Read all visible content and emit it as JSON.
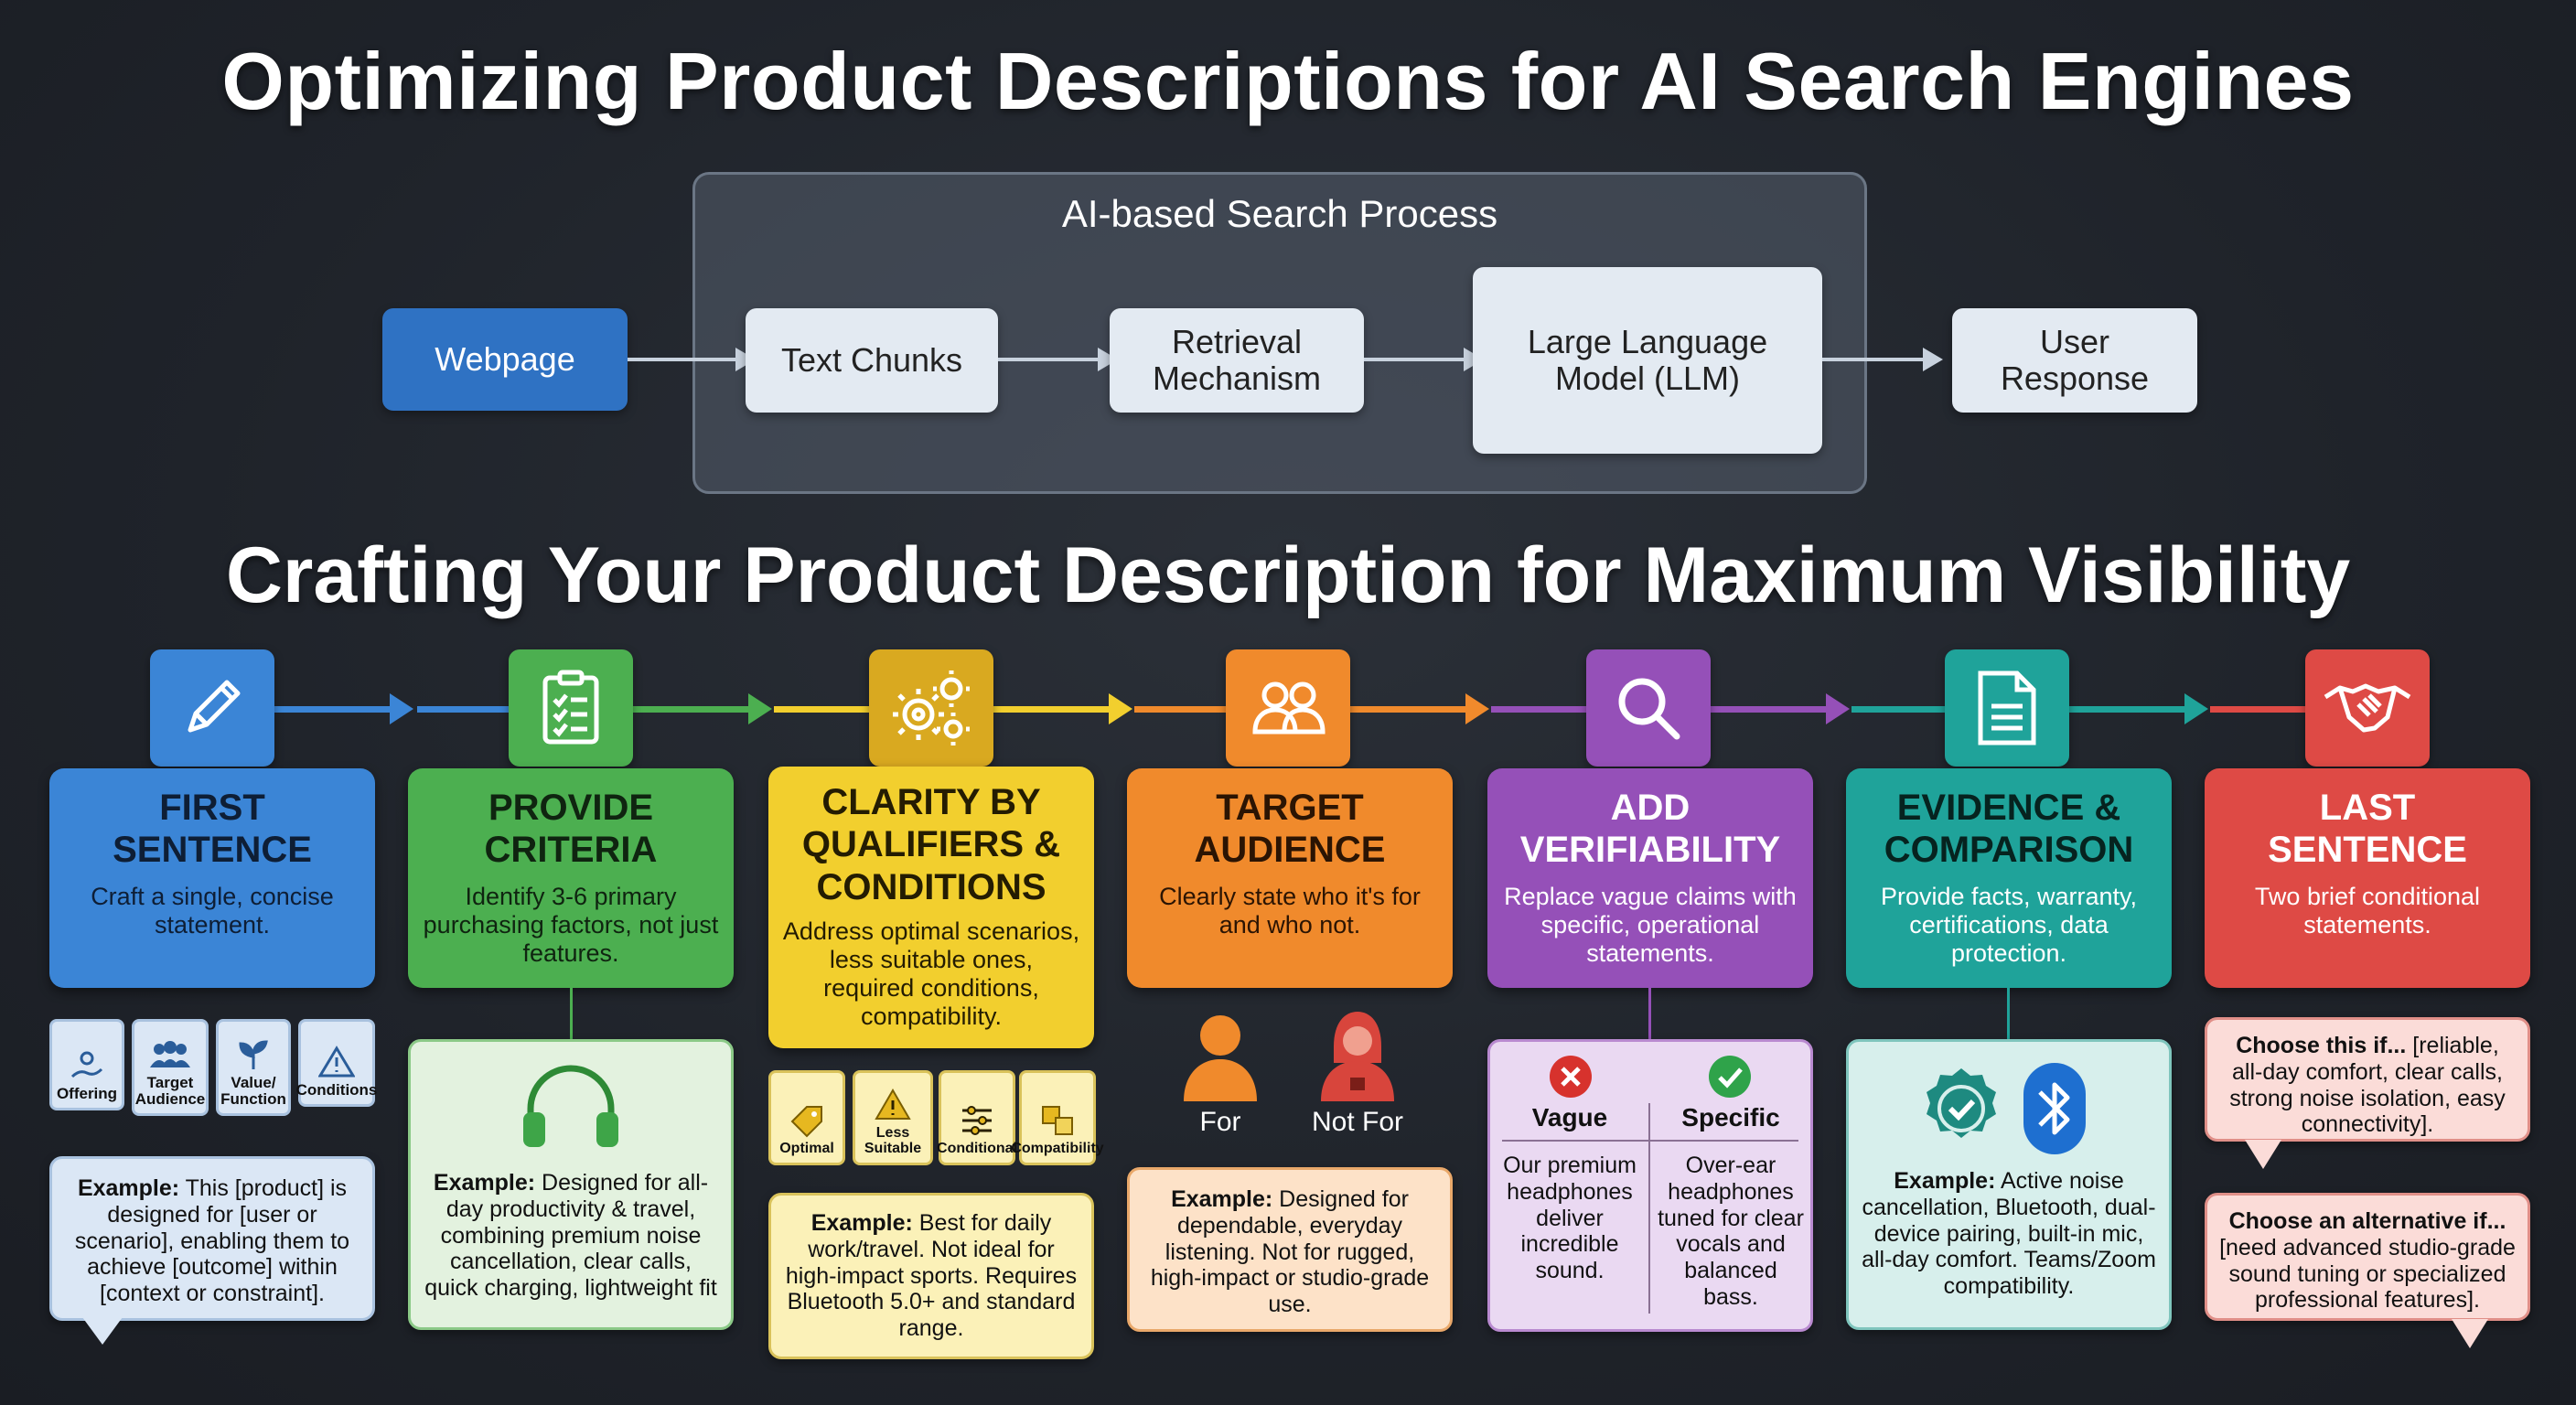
{
  "title": "Optimizing Product Descriptions for AI Search Engines",
  "process": {
    "label": "AI-based Search Process",
    "webpage": "Webpage",
    "chunks": "Text Chunks",
    "retrieval_1": "Retrieval",
    "retrieval_2": "Mechanism",
    "llm_1": "Large Language",
    "llm_2": "Model (LLM)",
    "response_1": "User",
    "response_2": "Response"
  },
  "subtitle": "Crafting Your Product Description for Maximum Visibility",
  "colors": {
    "blue": "#3b85d6",
    "green": "#4caf50",
    "yellow": "#f2cf2e",
    "orange": "#f08a2c",
    "purple": "#9550b8",
    "teal": "#1fa39a",
    "red": "#de4a45"
  },
  "steps": {
    "s1": {
      "icon": "pencil-icon",
      "title_1": "FIRST",
      "title_2": "SENTENCE",
      "desc": "Craft a single, concise statement.",
      "tiles": [
        "Offering",
        "Target Audience",
        "Value/ Function",
        "Conditions"
      ],
      "ex_label": "Example:",
      "ex_text": " This [product] is designed for [user or scenario], enabling them to achieve [outcome] within [context or constraint]."
    },
    "s2": {
      "icon": "clipboard-checklist-icon",
      "title_1": "PROVIDE",
      "title_2": "CRITERIA",
      "desc": "Identify 3-6 primary purchasing factors, not just features.",
      "ex_label": "Example:",
      "ex_text": " Designed for all-day productivity & travel, combining premium noise cancellation, clear calls, quick charging, lightweight fit"
    },
    "s3": {
      "icon": "gears-icon",
      "title_1": "CLARITY BY",
      "title_2": "QUALIFIERS &",
      "title_3": "CONDITIONS",
      "desc": "Address optimal scenarios, less suitable ones, required conditions, compatibility.",
      "tiles": [
        "Optimal",
        "Less Suitable",
        "Conditional",
        "Compatibility"
      ],
      "ex_label": "Example:",
      "ex_text": " Best for daily work/travel. Not ideal for high-impact sports. Requires Bluetooth 5.0+ and standard range."
    },
    "s4": {
      "icon": "people-icon",
      "title_1": "TARGET",
      "title_2": "AUDIENCE",
      "desc": "Clearly state who it's for and who not.",
      "for_label": "For",
      "not_for_label": "Not For",
      "ex_label": "Example:",
      "ex_text": " Designed for dependable, everyday listening. Not for rugged, high-impact or studio-grade use."
    },
    "s5": {
      "icon": "magnifier-icon",
      "title_1": "ADD",
      "title_2": "VERIFIABILITY",
      "desc": "Replace vague claims with specific, operational statements.",
      "vague_label": "Vague",
      "specific_label": "Specific",
      "vague_text": "Our premium headphones deliver incredible sound.",
      "specific_text": "Over-ear headphones tuned for clear vocals and balanced bass."
    },
    "s6": {
      "icon": "document-icon",
      "title_1": "EVIDENCE &",
      "title_2": "COMPARISON",
      "desc": "Provide facts, warranty, certifications, data protection.",
      "ex_label": "Example:",
      "ex_text": " Active noise cancellation, Bluetooth, dual-device pairing, built-in mic, all-day comfort. Teams/Zoom compatibility."
    },
    "s7": {
      "icon": "handshake-icon",
      "title_1": "LAST",
      "title_2": "SENTENCE",
      "desc": "Two brief conditional statements.",
      "choose_label": "Choose this if...",
      "choose_text": " [reliable, all-day comfort, clear calls, strong noise isolation, easy connectivity].",
      "alt_label": "Choose an alternative if...",
      "alt_text": " [need advanced studio-grade sound tuning or specialized professional features]."
    }
  }
}
